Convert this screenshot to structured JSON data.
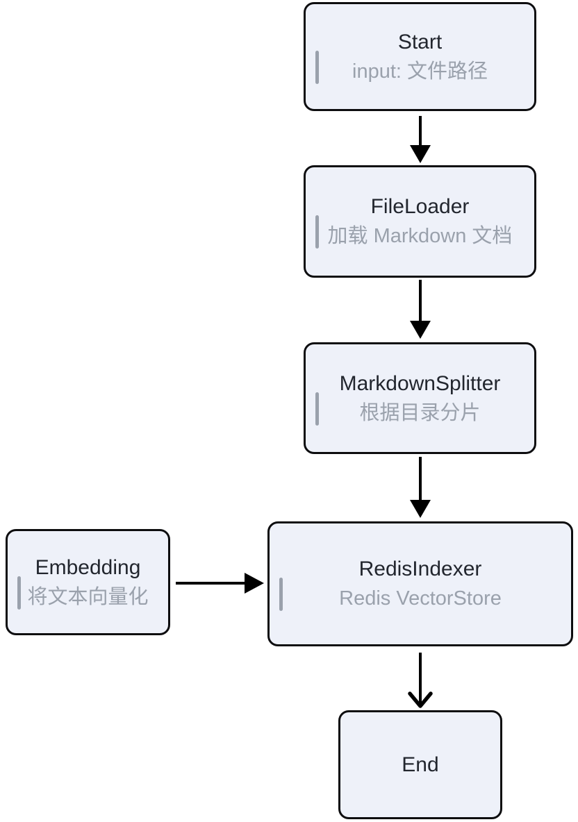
{
  "diagram": {
    "type": "flowchart",
    "direction": "top-down",
    "nodes": [
      {
        "id": "start",
        "title": "Start",
        "subtitle": "input: 文件路径"
      },
      {
        "id": "fileloader",
        "title": "FileLoader",
        "subtitle": "加载 Markdown 文档"
      },
      {
        "id": "markdownsplitter",
        "title": "MarkdownSplitter",
        "subtitle": "根据目录分片"
      },
      {
        "id": "embedding",
        "title": "Embedding",
        "subtitle": "将文本向量化"
      },
      {
        "id": "redisindexer",
        "title": "RedisIndexer",
        "subtitle": "Redis VectorStore"
      },
      {
        "id": "end",
        "title": "End",
        "subtitle": ""
      }
    ],
    "edges": [
      {
        "from": "start",
        "to": "fileloader",
        "head": "solid-triangle"
      },
      {
        "from": "fileloader",
        "to": "markdownsplitter",
        "head": "solid-triangle"
      },
      {
        "from": "markdownsplitter",
        "to": "redisindexer",
        "head": "solid-triangle"
      },
      {
        "from": "embedding",
        "to": "redisindexer",
        "head": "solid-triangle"
      },
      {
        "from": "redisindexer",
        "to": "end",
        "head": "open-chevron"
      }
    ],
    "colors": {
      "node_fill": "#eef1f9",
      "node_border": "#0d0d0f",
      "title_text": "#22262e",
      "subtitle_text": "#9aa1ac",
      "accent_bar": "#9aa1ac",
      "arrow": "#000000",
      "background": "#ffffff"
    }
  }
}
